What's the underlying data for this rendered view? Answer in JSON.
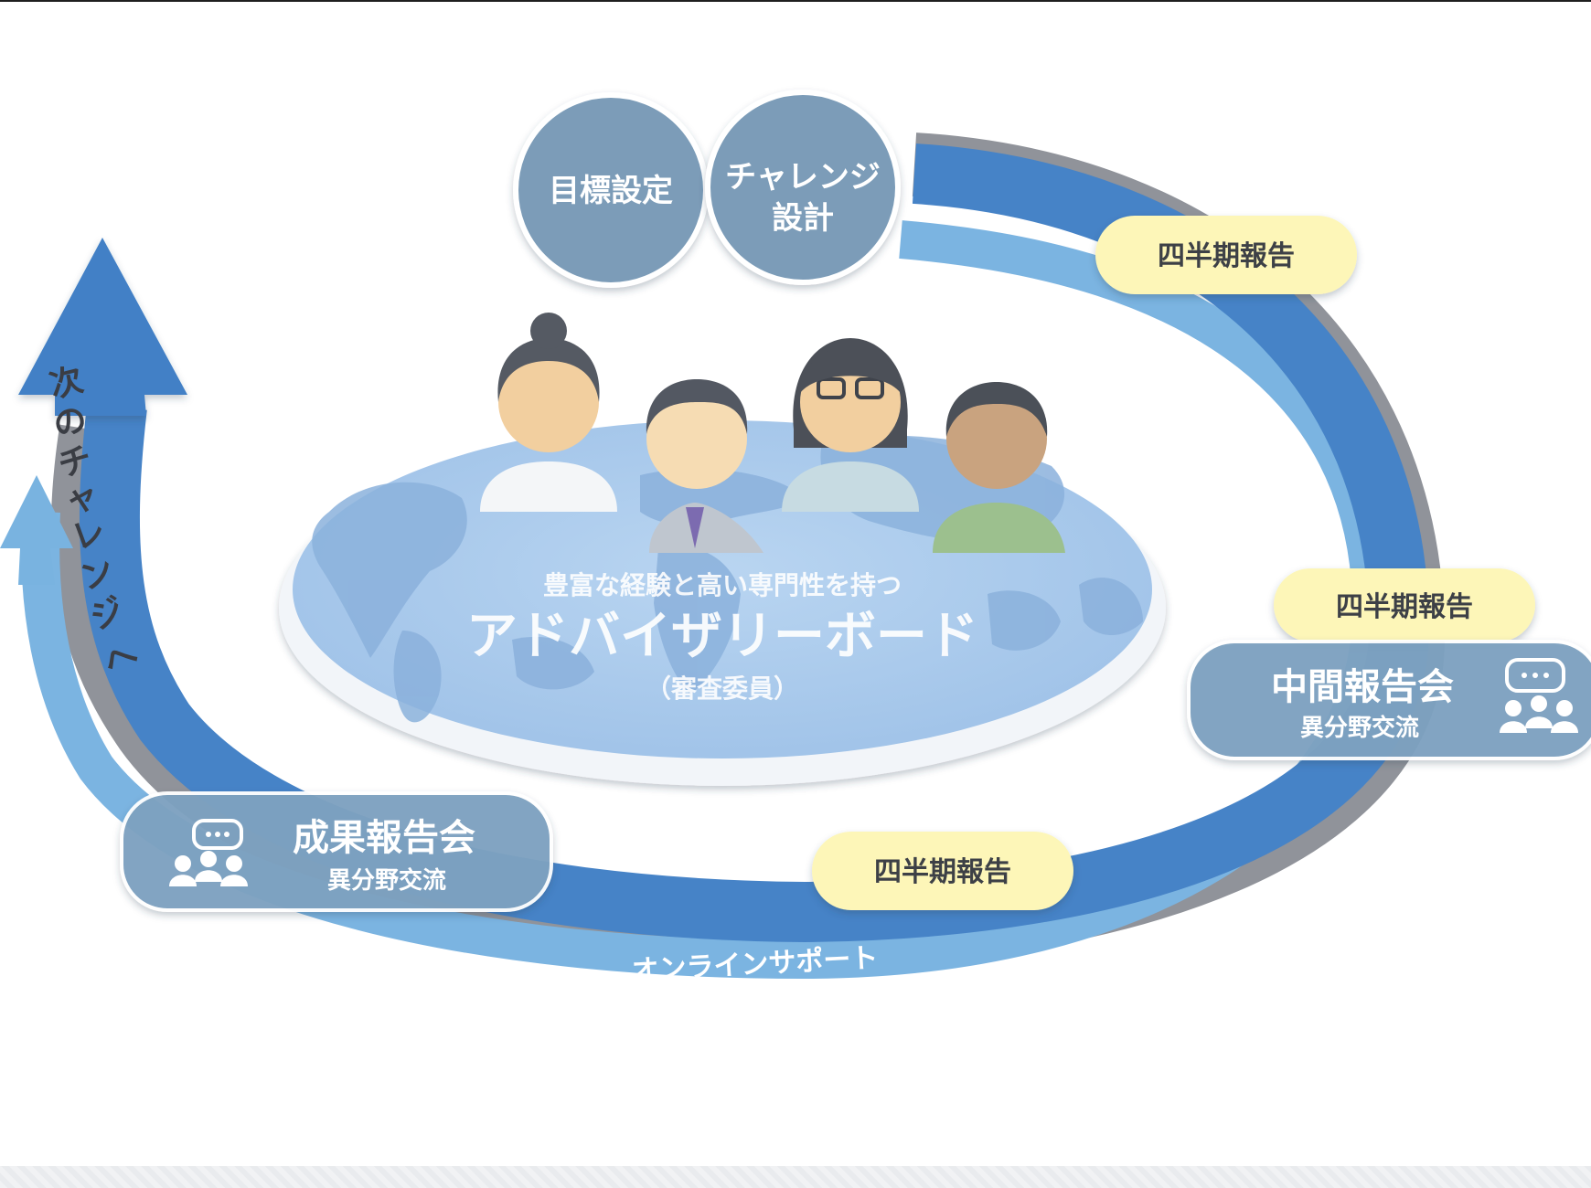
{
  "top_circles": {
    "goal": "目標設定",
    "design_line1": "チャレンジ",
    "design_line2": "設計"
  },
  "quarterly_badges": [
    "四半期報告",
    "四半期報告",
    "四半期報告"
  ],
  "board": {
    "subtitle": "豊富な経験と高い専門性を持つ",
    "title": "アドバイザリーボード",
    "note": "（審査委員）"
  },
  "interim_meeting": {
    "title": "中間報告会",
    "sub": "異分野交流"
  },
  "final_meeting": {
    "title": "成果報告会",
    "sub": "異分野交流"
  },
  "online_support": "オンラインサポート",
  "next_challenge": [
    "次",
    "の",
    "チ",
    "ャ",
    "レ",
    "ン",
    "ジ",
    "へ"
  ],
  "colors": {
    "ring_dark": "#3f7bbf",
    "ring_light": "#79b3e0",
    "circle": "#7d9fbb",
    "badge": "#fef7b9",
    "panel": "#7ea2c0",
    "globe": "#a9c8ea"
  }
}
